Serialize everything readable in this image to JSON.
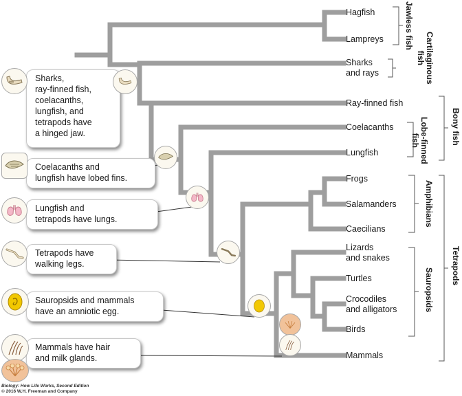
{
  "taxa": {
    "hagfish": "Hagfish",
    "lampreys": "Lampreys",
    "sharks_rays": [
      "Sharks",
      "and rays"
    ],
    "ray_finned": "Ray-finned fish",
    "coelacanths": "Coelacanths",
    "lungfish": "Lungfish",
    "frogs": "Frogs",
    "salamanders": "Salamanders",
    "caecilians": "Caecilians",
    "lizards": [
      "Lizards",
      "and snakes"
    ],
    "turtles": "Turtles",
    "crocodiles": [
      "Crocodiles",
      "and alligators"
    ],
    "birds": "Birds",
    "mammals": "Mammals"
  },
  "groups": {
    "jawless": "Jawless fish",
    "cartilaginous": [
      "Cartilaginous",
      "fish"
    ],
    "bony": "Bony fish",
    "lobe_finned": [
      "Lobe-finned",
      "fish"
    ],
    "amphibians": "Amphibians",
    "tetrapods": "Tetrapods",
    "sauropsids": "Sauropsids"
  },
  "traits": {
    "jaw": [
      "Sharks,",
      "ray-finned fish,",
      "coelacanths,",
      "lungfish, and",
      "tetrapods have",
      "a hinged jaw."
    ],
    "fins": [
      "Coelacanths and",
      "lungfish have lobed fins."
    ],
    "lungs": [
      "Lungfish and",
      "tetrapods have lungs."
    ],
    "legs": [
      "Tetrapods have",
      "walking legs."
    ],
    "egg": [
      "Sauropsids and mammals",
      "have an amniotic egg."
    ],
    "hair": [
      "Mammals have hair",
      "and milk glands."
    ]
  },
  "credit": [
    "Biology: How Life Works, Second Edition",
    "© 2016 W.H. Freeman and Company"
  ],
  "colors": {
    "branch": "#9e9e9e",
    "bracket": "#555555",
    "box_shadow": "#444444",
    "egg_yellow": "#f2c800"
  }
}
